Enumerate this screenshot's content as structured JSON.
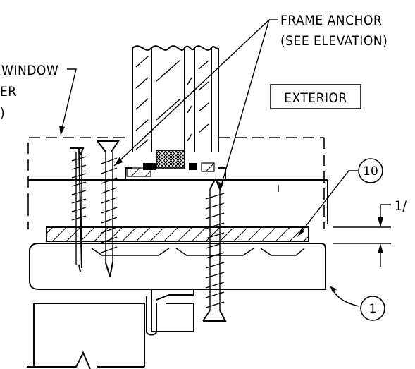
{
  "labels": {
    "frame_anchor_line1": "FRAME ANCHOR",
    "frame_anchor_line2": "(SEE ELEVATION)",
    "window_line1": "WINDOW",
    "window_line2": "ER",
    "window_line3": ")",
    "exterior": "EXTERIOR",
    "dimension": "1/"
  },
  "callouts": {
    "ten": "10",
    "one": "1"
  }
}
